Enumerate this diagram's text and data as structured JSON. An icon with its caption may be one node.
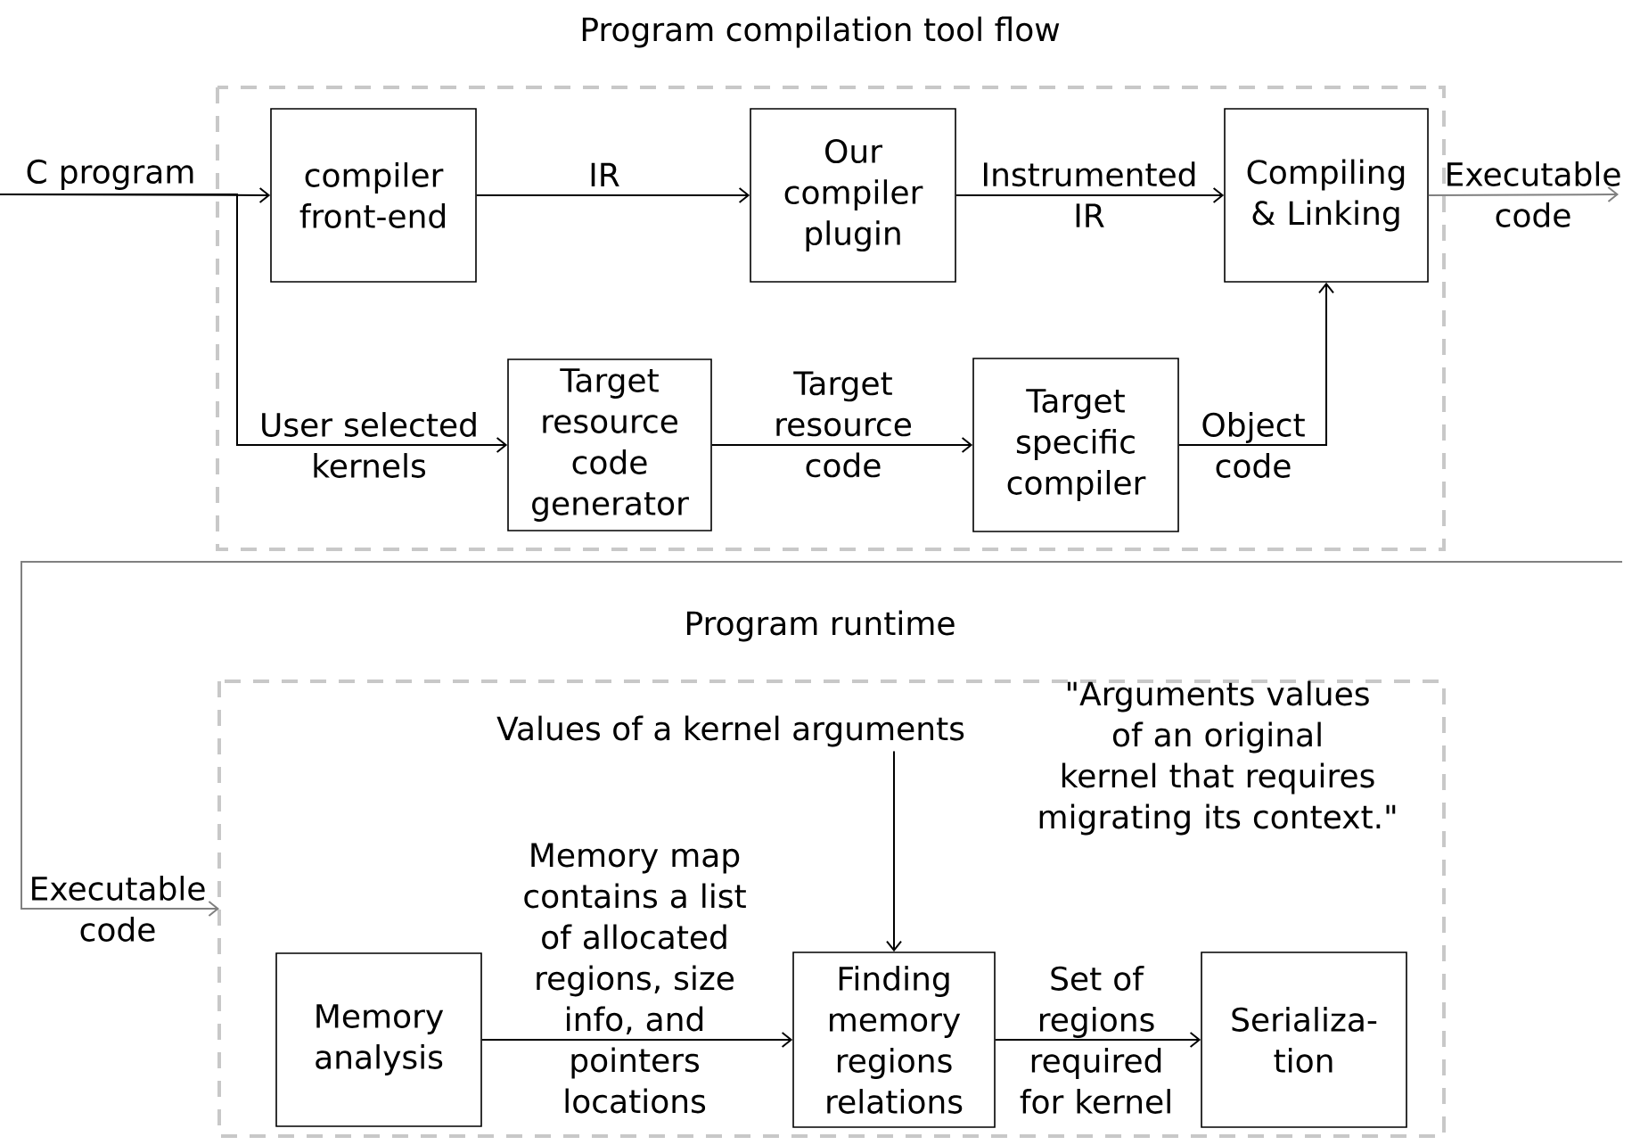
{
  "diagram": {
    "nodes": [
      {
        "text": [
          "Program compilation tool flow"
        ]
      },
      {
        "text": [
          "compiler front-end"
        ],
        "in": 0
      },
      {
        "text": [
          "Our compiler plugin"
        ],
        "in": 0
      },
      {
        "text": [
          "Compiling & Linking"
        ],
        "in": 0
      },
      {
        "text": [
          "Target resource code generator"
        ],
        "in": 0
      },
      {
        "text": [
          "Target specific compiler"
        ],
        "in": 0
      },
      {
        "text": [
          "Program runtime"
        ]
      },
      {
        "text": [
          "Values of a kernel arguments"
        ],
        "in": 6
      },
      {
        "text": [
          "Memory analysis"
        ],
        "in": 6
      },
      {
        "text": [
          "Finding memory regions relations"
        ],
        "in": 6
      },
      {
        "text": [
          "Serializa- tion"
        ],
        "in": 6
      }
    ],
    "edges": [
      {
        "from": null,
        "to": 1,
        "arrow": "to",
        "label": "C program"
      },
      {
        "from": null,
        "to": 4,
        "arrow": "to",
        "label": "User selected kernels"
      },
      {
        "from": 1,
        "to": 2,
        "arrow": "to",
        "label": "IR"
      },
      {
        "from": 2,
        "to": 3,
        "arrow": "to",
        "label": "Instrumented IR"
      },
      {
        "from": 4,
        "to": 5,
        "arrow": "to",
        "label": "Target resource code"
      },
      {
        "from": 5,
        "to": 3,
        "arrow": "to",
        "label": "Object code"
      },
      {
        "from": 3,
        "to": null,
        "arrow": "to",
        "label": "Executable code",
        "color": "#808080"
      },
      {
        "from": null,
        "to": 6,
        "arrow": "to",
        "label": "Executable code",
        "color": "#808080"
      },
      {
        "from": 7,
        "to": 9,
        "arrow": "to"
      },
      {
        "from": 8,
        "to": 9,
        "arrow": "to",
        "label": "Memory map contains a list of allocated regions, size info, and pointers locations"
      },
      {
        "from": 9,
        "to": 10,
        "arrow": "to",
        "label": "Set of regions required for kernel"
      }
    ],
    "labels": [
      "\"Arguments values of an original kernel that requires migrating its context.\""
    ]
  }
}
